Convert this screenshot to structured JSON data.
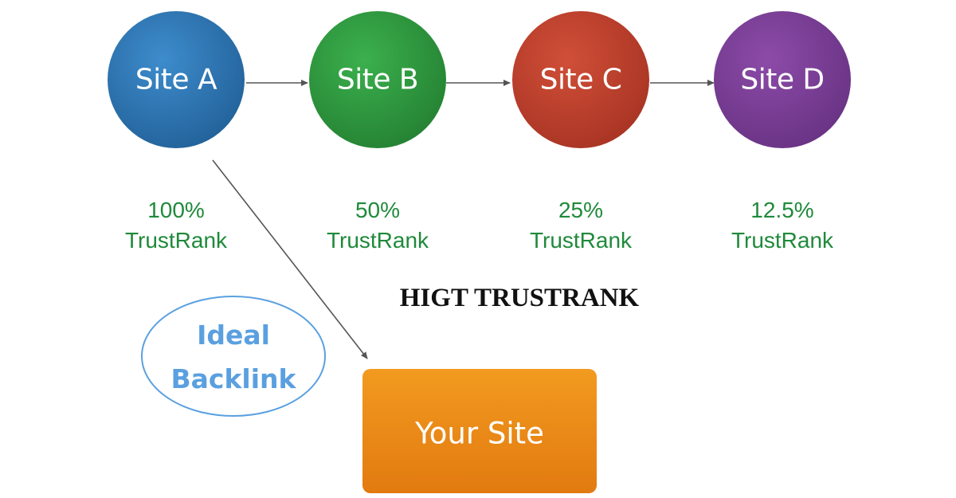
{
  "nodes": [
    {
      "label": "Site A",
      "color": "#2e76b3",
      "trust_value": "100%",
      "trust_word": "TrustRank"
    },
    {
      "label": "Site B",
      "color": "#2e9a3e",
      "trust_value": "50%",
      "trust_word": "TrustRank"
    },
    {
      "label": "Site C",
      "color": "#c1412d",
      "trust_value": "25%",
      "trust_word": "TrustRank"
    },
    {
      "label": "Site D",
      "color": "#7b3e96",
      "trust_value": "12.5%",
      "trust_word": "TrustRank"
    }
  ],
  "headline": "HIGT TRUSTRANK",
  "ideal": {
    "line1": "Ideal",
    "line2": "Backlink",
    "color": "#5aa0e0"
  },
  "target": {
    "label": "Your Site",
    "color": "#ea8a16"
  },
  "colors": {
    "trust_text": "#1f8a3a",
    "arrow": "#555555"
  }
}
